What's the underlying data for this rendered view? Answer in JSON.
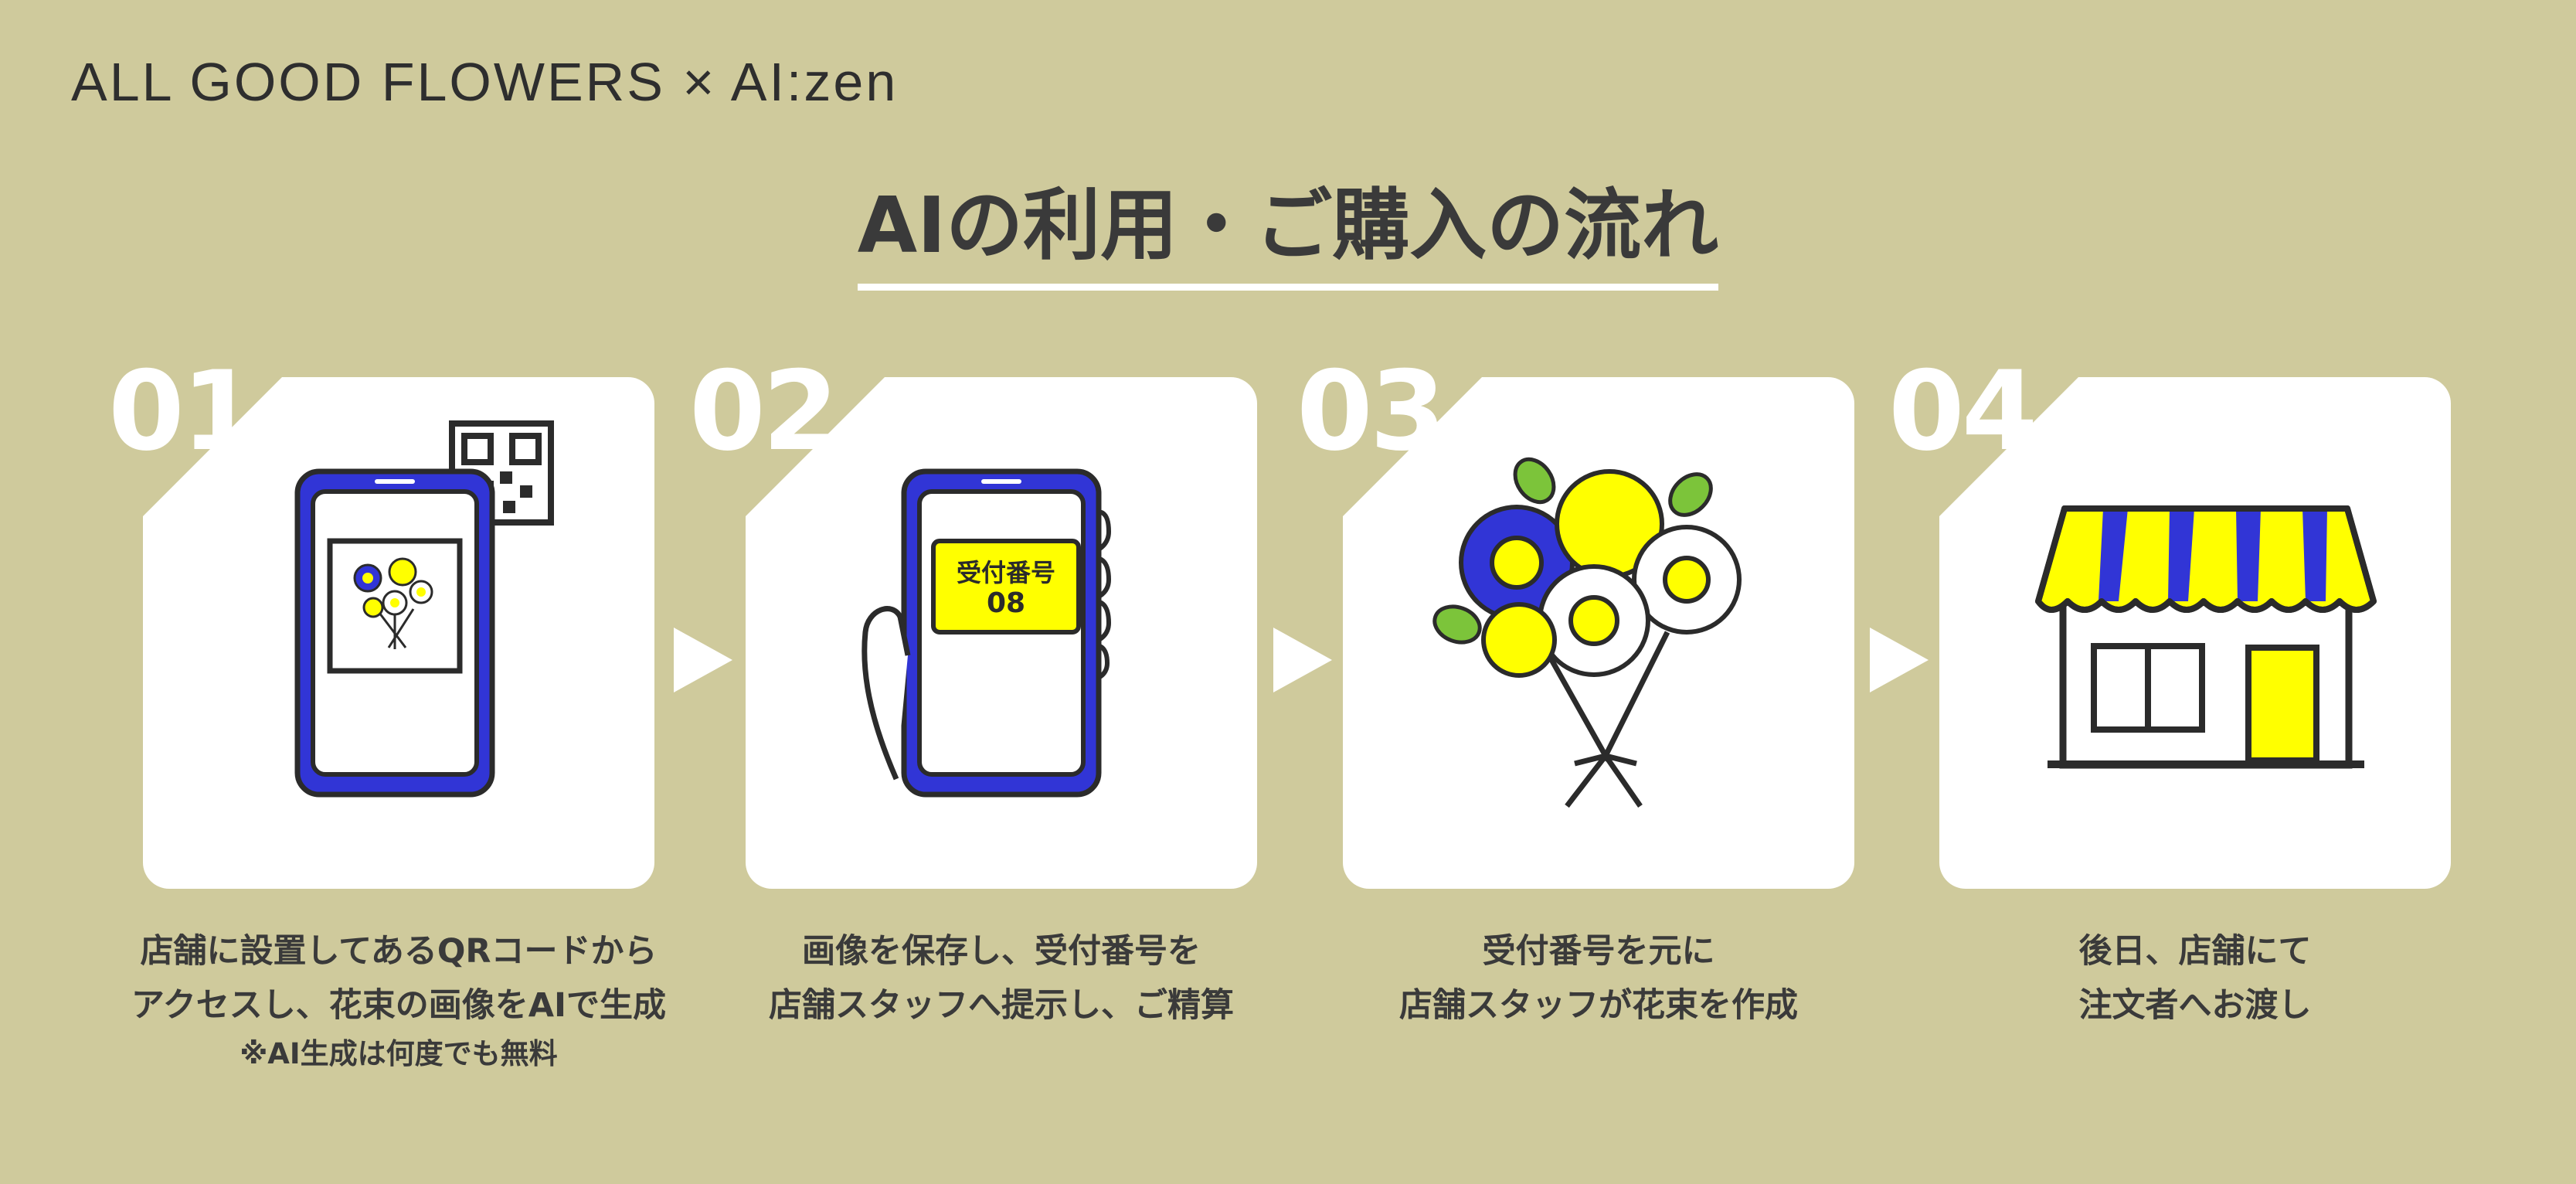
{
  "brand": "ALL GOOD FLOWERS × AI:zen",
  "title": "AIの利用・ご購入の流れ",
  "steps": [
    {
      "number": "01",
      "caption_line1": "店舗に設置してあるQRコードから",
      "caption_line2": "アクセスし、花束の画像をAIで生成",
      "note": "※AI生成は何度でも無料"
    },
    {
      "number": "02",
      "caption_line1": "画像を保存し、受付番号を",
      "caption_line2": "店舗スタッフへ提示し、ご精算",
      "screen_label": "受付番号",
      "screen_number": "08"
    },
    {
      "number": "03",
      "caption_line1": "受付番号を元に",
      "caption_line2": "店舗スタッフが花束を作成"
    },
    {
      "number": "04",
      "caption_line1": "後日、店舗にて",
      "caption_line2": "注文者へお渡し"
    }
  ],
  "icons": [
    "phone-qr-icon",
    "phone-hand-icon",
    "bouquet-icon",
    "shop-icon"
  ],
  "colors": {
    "background": "#CFCA9C",
    "blue": "#3135D6",
    "yellow": "#FFFF00",
    "white": "#FFFFFF",
    "outline": "#2B2B2B",
    "green": "#7CC43A"
  }
}
